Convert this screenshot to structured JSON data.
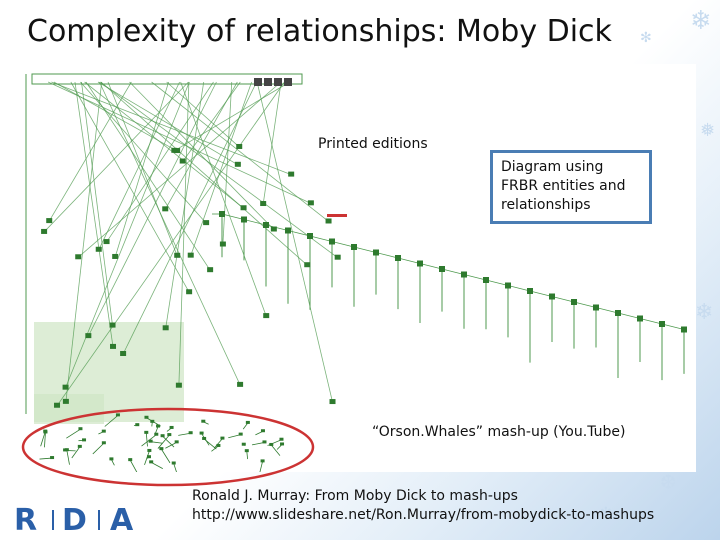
{
  "slide": {
    "title": "Complexity of relationships: Moby Dick"
  },
  "diagram": {
    "printed_editions_label": "Printed editions",
    "frbr_caption": "Diagram using FRBR entities and relationships",
    "mashup_label": "“Orson.Whales” mash-up (You.Tube)",
    "colors": {
      "node_green": "#2e7a2e",
      "edge_green": "#4f9a4f",
      "highlight_green": "#cfe6c5",
      "ellipse_red": "#cc3333",
      "box_blue": "#4a7db4"
    }
  },
  "footer": {
    "credit_line": "Ronald J. Murray: From Moby Dick to mash-ups",
    "url_line": "http://www.slideshare.net/Ron.Murray/from-mobydick-to-mashups",
    "logo_letters": [
      "R",
      "D",
      "A"
    ],
    "logo_color": "#2a5fa8"
  }
}
